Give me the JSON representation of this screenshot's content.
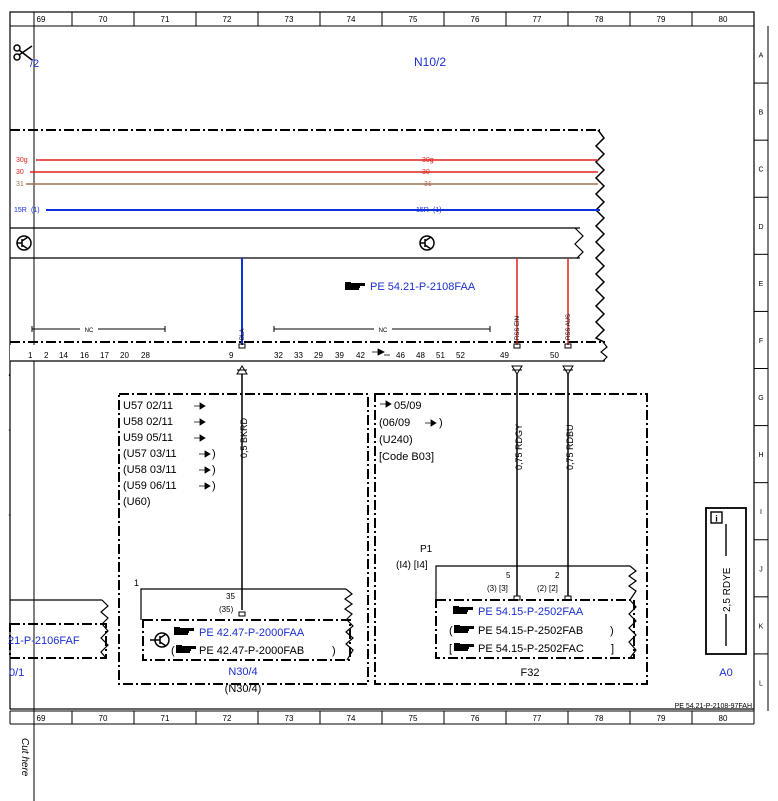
{
  "colors": {
    "red": "#e0201c",
    "blue": "#1030e0",
    "brown": "#a07050",
    "link_blue": "#1a2fd0",
    "black": "#000000"
  },
  "frame": {
    "top_columns": [
      "69",
      "70",
      "71",
      "72",
      "73",
      "74",
      "75",
      "76",
      "77",
      "78",
      "79",
      "80"
    ],
    "bottom_columns": [
      "69",
      "70",
      "71",
      "72",
      "73",
      "74",
      "75",
      "76",
      "77",
      "78",
      "79",
      "80"
    ],
    "rows": [
      "A",
      "B",
      "C",
      "D",
      "E",
      "F",
      "G",
      "H",
      "I",
      "J",
      "K",
      "L"
    ],
    "doc_ref": "PE 54.21-P-2108-97FAH"
  },
  "cut_mark": {
    "label": "Cut here",
    "icon": "scissors-icon",
    "sheet_ref": "/2"
  },
  "module_title": "N10/2",
  "wires": [
    {
      "label": "30g",
      "label_right": "30g",
      "color": "red"
    },
    {
      "label": "30",
      "label_right": "30",
      "color": "red"
    },
    {
      "label": "31",
      "label_right": "31",
      "color": "brown"
    },
    {
      "label": "15R",
      "pin": "(1)",
      "label_right": "15R",
      "pin_right": "(1)",
      "color": "blue"
    }
  ],
  "module_link": "PE 54.21-P-2108FAA",
  "nc_label_left": "NC",
  "nc_label_mid": "NC",
  "pin_labels": {
    "bla": "BLA",
    "rss_ein": "RSS EIN",
    "rss_aus": "RSS AUS"
  },
  "pins_left": [
    "1",
    "2",
    "14",
    "16",
    "17",
    "20",
    "28"
  ],
  "pin_9": "9",
  "pins_mid": [
    "32",
    "33",
    "29",
    "39",
    "42"
  ],
  "pins_mid2": [
    "46",
    "48",
    "51",
    "52"
  ],
  "pin_49": "49",
  "pin_50": "50",
  "wire_bkrd": "0,5 BKRD",
  "wire_rdgy": "0,75 RDGY",
  "wire_rdbu": "0,75 RDBU",
  "left_conditions": [
    "U57 02/11",
    "U58 02/11",
    "U59 05/11",
    "(U57  03/11",
    "(U58  03/11",
    "(U59  06/11",
    "(U60)"
  ],
  "right_conditions": [
    "05/09",
    "(06/09",
    "(U240)",
    "[Code B03]"
  ],
  "n30": {
    "ref_num": "1",
    "pin": "35",
    "pin_alt": "(35)",
    "link1": "PE 42.47-P-2000FAA",
    "link2": "PE 42.47-P-2000FAB",
    "name": "N30/4",
    "name_alt": "(N30/4)"
  },
  "f32": {
    "p_label": "P1",
    "p_alt": "(I4) [I4]",
    "pin5": "5",
    "pin5_alt": "(3) [3]",
    "pin2": "2",
    "pin2_alt": "(2) [2]",
    "link1": "PE 54.15-P-2502FAA",
    "link2": "PE 54.15-P-2502FAB",
    "link3": "PE 54.15-P-2502FAC",
    "name": "F32"
  },
  "left_component": {
    "link": "21-P-2106FAF",
    "name": "0/1"
  },
  "ground": {
    "wire": "2,5 RDYE",
    "name": "A0",
    "icon": "info-icon"
  }
}
